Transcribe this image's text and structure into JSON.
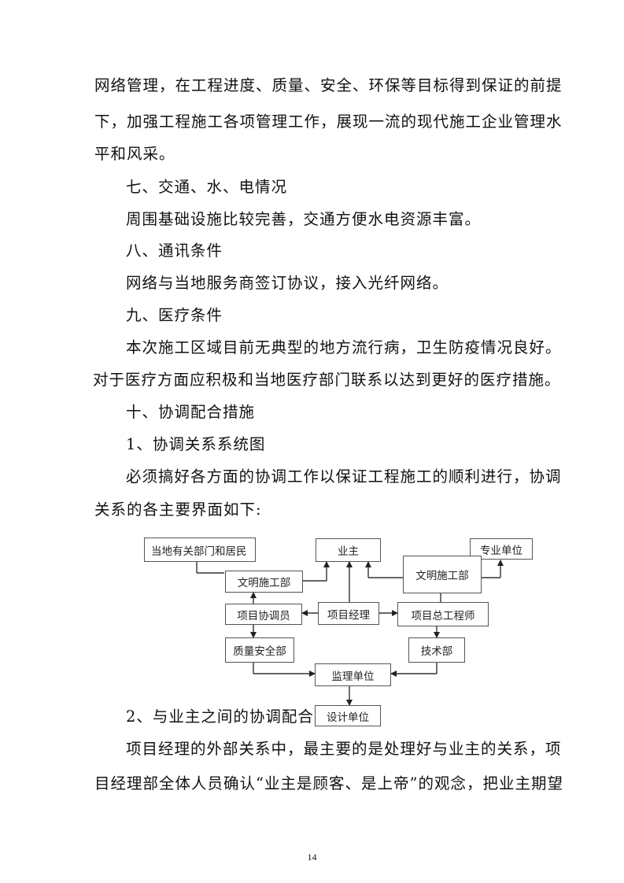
{
  "paragraphs": [
    "网络管理，在工程进度、质量、安全、环保等目标得到保证的前提",
    "下，加强工程施工各项管理工作，展现一流的现代施工企业管理水",
    "平和风采。",
    "七、交通、水、电情况",
    "周围基础设施比较完善，交通方便水电资源丰富。",
    "八、通讯条件",
    "网络与当地服务商签订协议，接入光纤网络。",
    "九、医疗条件",
    "本次施工区域目前无典型的地方流行病，卫生防疫情况良好。",
    "对于医疗方面应积极和当地医疗部门联系以达到更好的医疗措施。",
    "十、协调配合措施",
    "1、协调关系系统图",
    "必须搞好各方面的协调工作以保证工程施工的顺利进行，协调",
    "关系的各主要界面如下:",
    "2、与业主之间的协调配合",
    "项目经理的外部关系中，最主要的是处理好与业主的关系，项",
    "目经理部全体人员确认“业主是顾客、是上帝”的观念，把业主期望"
  ],
  "diagram": {
    "local": "当地有关部门和居民",
    "owner": "业主",
    "specialty": "专业单位",
    "civil_left": "文明施工部",
    "civil_right": "文明施工部",
    "coordinator": "项目协调员",
    "manager": "项目经理",
    "chief_engineer": "项目总工程师",
    "quality": "质量安全部",
    "tech": "技术部",
    "supervisor": "监理单位",
    "design": "设计单位"
  },
  "page_number": "14"
}
